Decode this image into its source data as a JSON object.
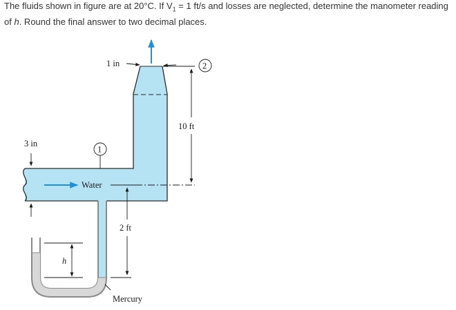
{
  "problem": {
    "part1": "The fluids shown in figure are at 20°C. If V",
    "sub": "1",
    "part2": " = 1 ft/s and losses are neglected, determine the manometer reading of ",
    "var": "h",
    "part3": ". Round the final answer to two decimal places."
  },
  "figure": {
    "labels": {
      "one_in": "1 in",
      "station_2": "2",
      "ten_ft": "10 ft",
      "three_in": "3 in",
      "station_1": "1",
      "water": "Water",
      "two_ft": "2 ft",
      "h": "h",
      "mercury": "Mercury"
    },
    "colors": {
      "water": "#b6e3f4",
      "mercury": "#d8d8d8",
      "outline": "#2a2a2a",
      "flow_arrow": "#1e90d6"
    }
  }
}
